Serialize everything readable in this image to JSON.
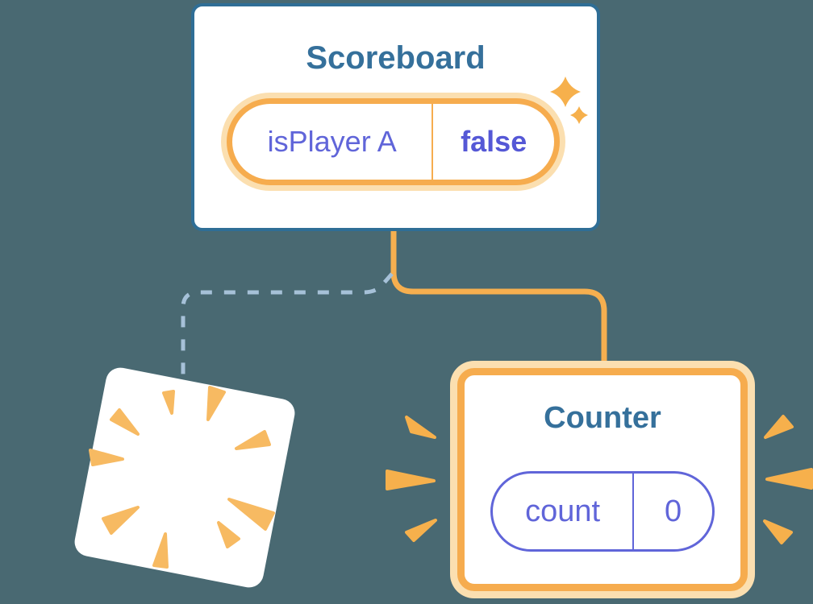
{
  "scoreboard_card": {
    "title": "Scoreboard",
    "state_pill": {
      "name": "isPlayer A",
      "value": "false"
    }
  },
  "counter_card": {
    "title": "Counter",
    "state_pill": {
      "name": "count",
      "value": "0"
    }
  },
  "icons": {
    "sparkles": "sparkles-icon",
    "poof_burst": "poof-burst-icon",
    "emphasis_marks": "emphasis-marks-icon"
  },
  "colors": {
    "background": "#496972",
    "card_border_blue": "#2F6E96",
    "title_blue": "#35709B",
    "state_orange": "#F6AC4E",
    "state_orange_halo": "#FBDFB0",
    "state_purple": "#6065D9",
    "state_value_purple": "#5558D6",
    "connector_orange": "#F6AF4F",
    "dashed_connector_blue": "#A6C1D8",
    "burst_orange": "#F7BA62",
    "sparkle_orange": "#F6B04C"
  }
}
